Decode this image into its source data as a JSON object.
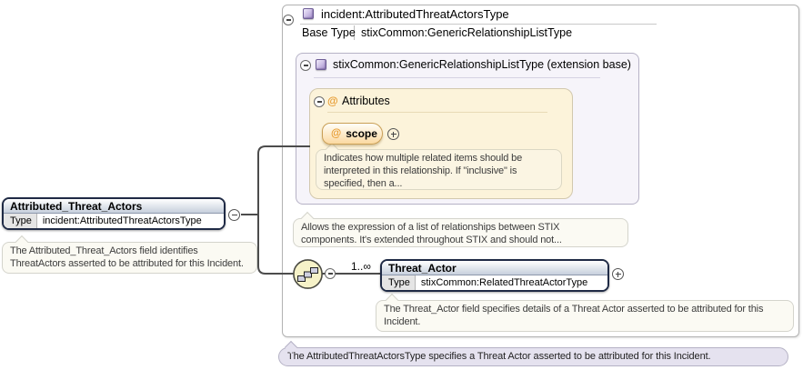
{
  "colors": {
    "complex_type_icon": "#a18bc7",
    "attribute_accent": "#e79b30",
    "element_border": "#1f2a45",
    "sequence_fill": "#f6f2c8",
    "extension_bg": "#f6f4fa",
    "attributes_bg": "#fcf3da",
    "footer_bg": "#e5e2ef"
  },
  "icons": {
    "at_sign": "@"
  },
  "root": {
    "title": "incident:AttributedThreatActorsType",
    "base_type_label": "Base Type",
    "base_type_value": "stixCommon:GenericRelationshipListType"
  },
  "extension": {
    "title": "stixCommon:GenericRelationshipListType (extension base)",
    "doc_lines": [
      "Allows the expression of a list of relationships between STIX",
      "components. It's extended throughout STIX and should not..."
    ]
  },
  "attributes": {
    "title": "Attributes",
    "scope_name": "scope",
    "scope_doc_lines": [
      "Indicates how multiple related items should be",
      "interpreted in this relationship. If \"inclusive\" is",
      "specified, then a..."
    ]
  },
  "left_element": {
    "name": "Attributed_Threat_Actors",
    "type_label": "Type",
    "type_value": "incident:AttributedThreatActorsType",
    "doc_lines": [
      "The Attributed_Threat_Actors field identifies",
      "ThreatActors asserted to be attributed for this Incident."
    ]
  },
  "sequence": {
    "cardinality": "1..∞"
  },
  "threat_actor": {
    "name": "Threat_Actor",
    "type_label": "Type",
    "type_value": "stixCommon:RelatedThreatActorType",
    "doc_lines": [
      "The Threat_Actor field specifies details of a Threat Actor asserted to be attributed for this",
      "Incident."
    ]
  },
  "footer_doc": "The AttributedThreatActorsType specifies a Threat Actor asserted to be attributed for this Incident."
}
